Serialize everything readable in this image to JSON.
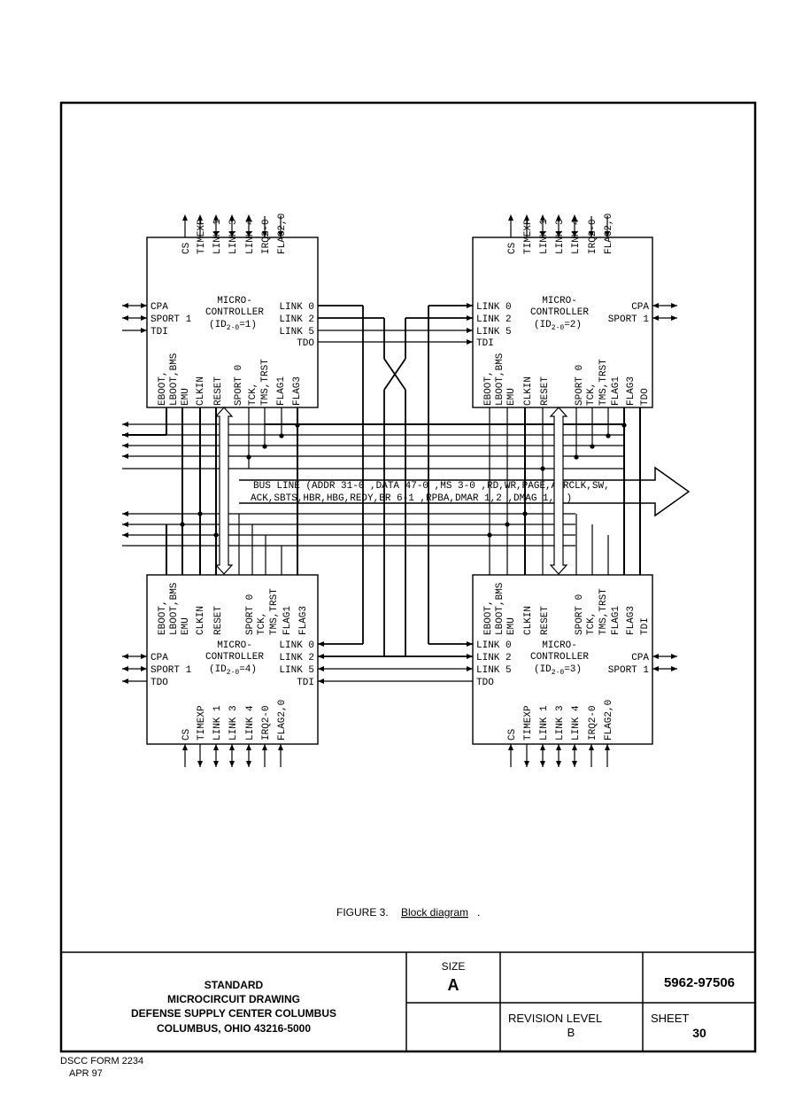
{
  "controllers": [
    {
      "id_label": "(ID",
      "id_sub": "2-0",
      "id_val": "=1)",
      "title1": "MICRO-",
      "title2": "CONTROLLER",
      "top_pins": [
        "CS",
        "TIMEXP",
        "LINK 1",
        "LINK 3",
        "LINK 4",
        "IRQ2-0",
        "FLAG2,0"
      ],
      "left_pins": [
        "CPA",
        "SPORT 1",
        "TDI"
      ],
      "right_pins": [
        "LINK 0",
        "LINK 2",
        "LINK 5",
        "TDO"
      ],
      "bottom_pins": [
        "EBOOT,",
        "LBOOT,BMS",
        "EMU",
        "CLKIN",
        "RESET",
        "SPORT 0",
        "TCK,",
        "TMS,TRST",
        "FLAG1",
        "FLAG3"
      ]
    },
    {
      "id_label": "(ID",
      "id_sub": "2-0",
      "id_val": "=2)",
      "title1": "MICRO-",
      "title2": "CONTROLLER",
      "top_pins": [
        "CS",
        "TIMEXP",
        "LINK 1",
        "LINK 3",
        "LINK 4",
        "IRQ2-0",
        "FLAG2,0"
      ],
      "left_pins": [
        "LINK 0",
        "LINK 2",
        "LINK 5",
        "TDI"
      ],
      "right_pins": [
        "CPA",
        "SPORT 1"
      ],
      "bottom_pins": [
        "EBOOT,",
        "LBOOT,BMS",
        "EMU",
        "CLKIN",
        "RESET",
        "SPORT 0",
        "TCK,",
        "TMS,TRST",
        "FLAG1",
        "FLAG3",
        "TDO"
      ]
    },
    {
      "id_label": "(ID",
      "id_sub": "2-0",
      "id_val": "=4)",
      "title1": "MICRO-",
      "title2": "CONTROLLER",
      "top_pins": [
        "EBOOT,",
        "LBOOT,BMS",
        "EMU",
        "CLKIN",
        "RESET",
        "SPORT 0",
        "TCK,",
        "TMS,TRST",
        "FLAG1",
        "FLAG3"
      ],
      "left_pins": [
        "CPA",
        "SPORT 1",
        "TDO"
      ],
      "right_pins": [
        "LINK 0",
        "LINK 2",
        "LINK 5",
        "TDI"
      ],
      "bottom_pins": [
        "CS",
        "TIMEXP",
        "LINK 1",
        "LINK 3",
        "LINK 4",
        "IRQ2-0",
        "FLAG2,0"
      ]
    },
    {
      "id_label": "(ID",
      "id_sub": "2-0",
      "id_val": "=3)",
      "title1": "MICRO-",
      "title2": "CONTROLLER",
      "top_pins": [
        "EBOOT,",
        "LBOOT,BMS",
        "EMU",
        "CLKIN",
        "RESET",
        "SPORT 0",
        "TCK,",
        "TMS,TRST",
        "FLAG1",
        "FLAG3",
        "TDI"
      ],
      "left_pins": [
        "LINK 0",
        "LINK 2",
        "LINK 5",
        "TDO"
      ],
      "right_pins": [
        "CPA",
        "SPORT 1"
      ],
      "bottom_pins": [
        "CS",
        "TIMEXP",
        "LINK 1",
        "LINK 3",
        "LINK 4",
        "IRQ2-0",
        "FLAG2,0"
      ]
    }
  ],
  "bus": {
    "line1": "BUS LINE  (ADDR 31-0 ,DATA 47-0 ,MS 3-0 ,RD,WR,PAGE,ADRCLK,SW,",
    "line2": "ACK,SBTS,HBR,HBG,REDY,BR 6-1 ,RPBA,DMAR 1,2 ,DMAG 1,2 )"
  },
  "figure": {
    "number": "FIGURE 3.",
    "caption": "Block diagram",
    "period": "."
  },
  "title_block": {
    "org_line1": "STANDARD",
    "org_line2": "MICROCIRCUIT DRAWING",
    "org_line3": "DEFENSE SUPPLY CENTER COLUMBUS",
    "org_line4": "COLUMBUS, OHIO 43216-5000",
    "size_label": "SIZE",
    "size_value": "A",
    "drawing_number": "5962-97506",
    "revision_label": "REVISION LEVEL",
    "revision_value": "B",
    "sheet_label": "SHEET",
    "sheet_value": "30"
  },
  "footer": {
    "form": "DSCC FORM 2234",
    "date": "APR 97"
  }
}
